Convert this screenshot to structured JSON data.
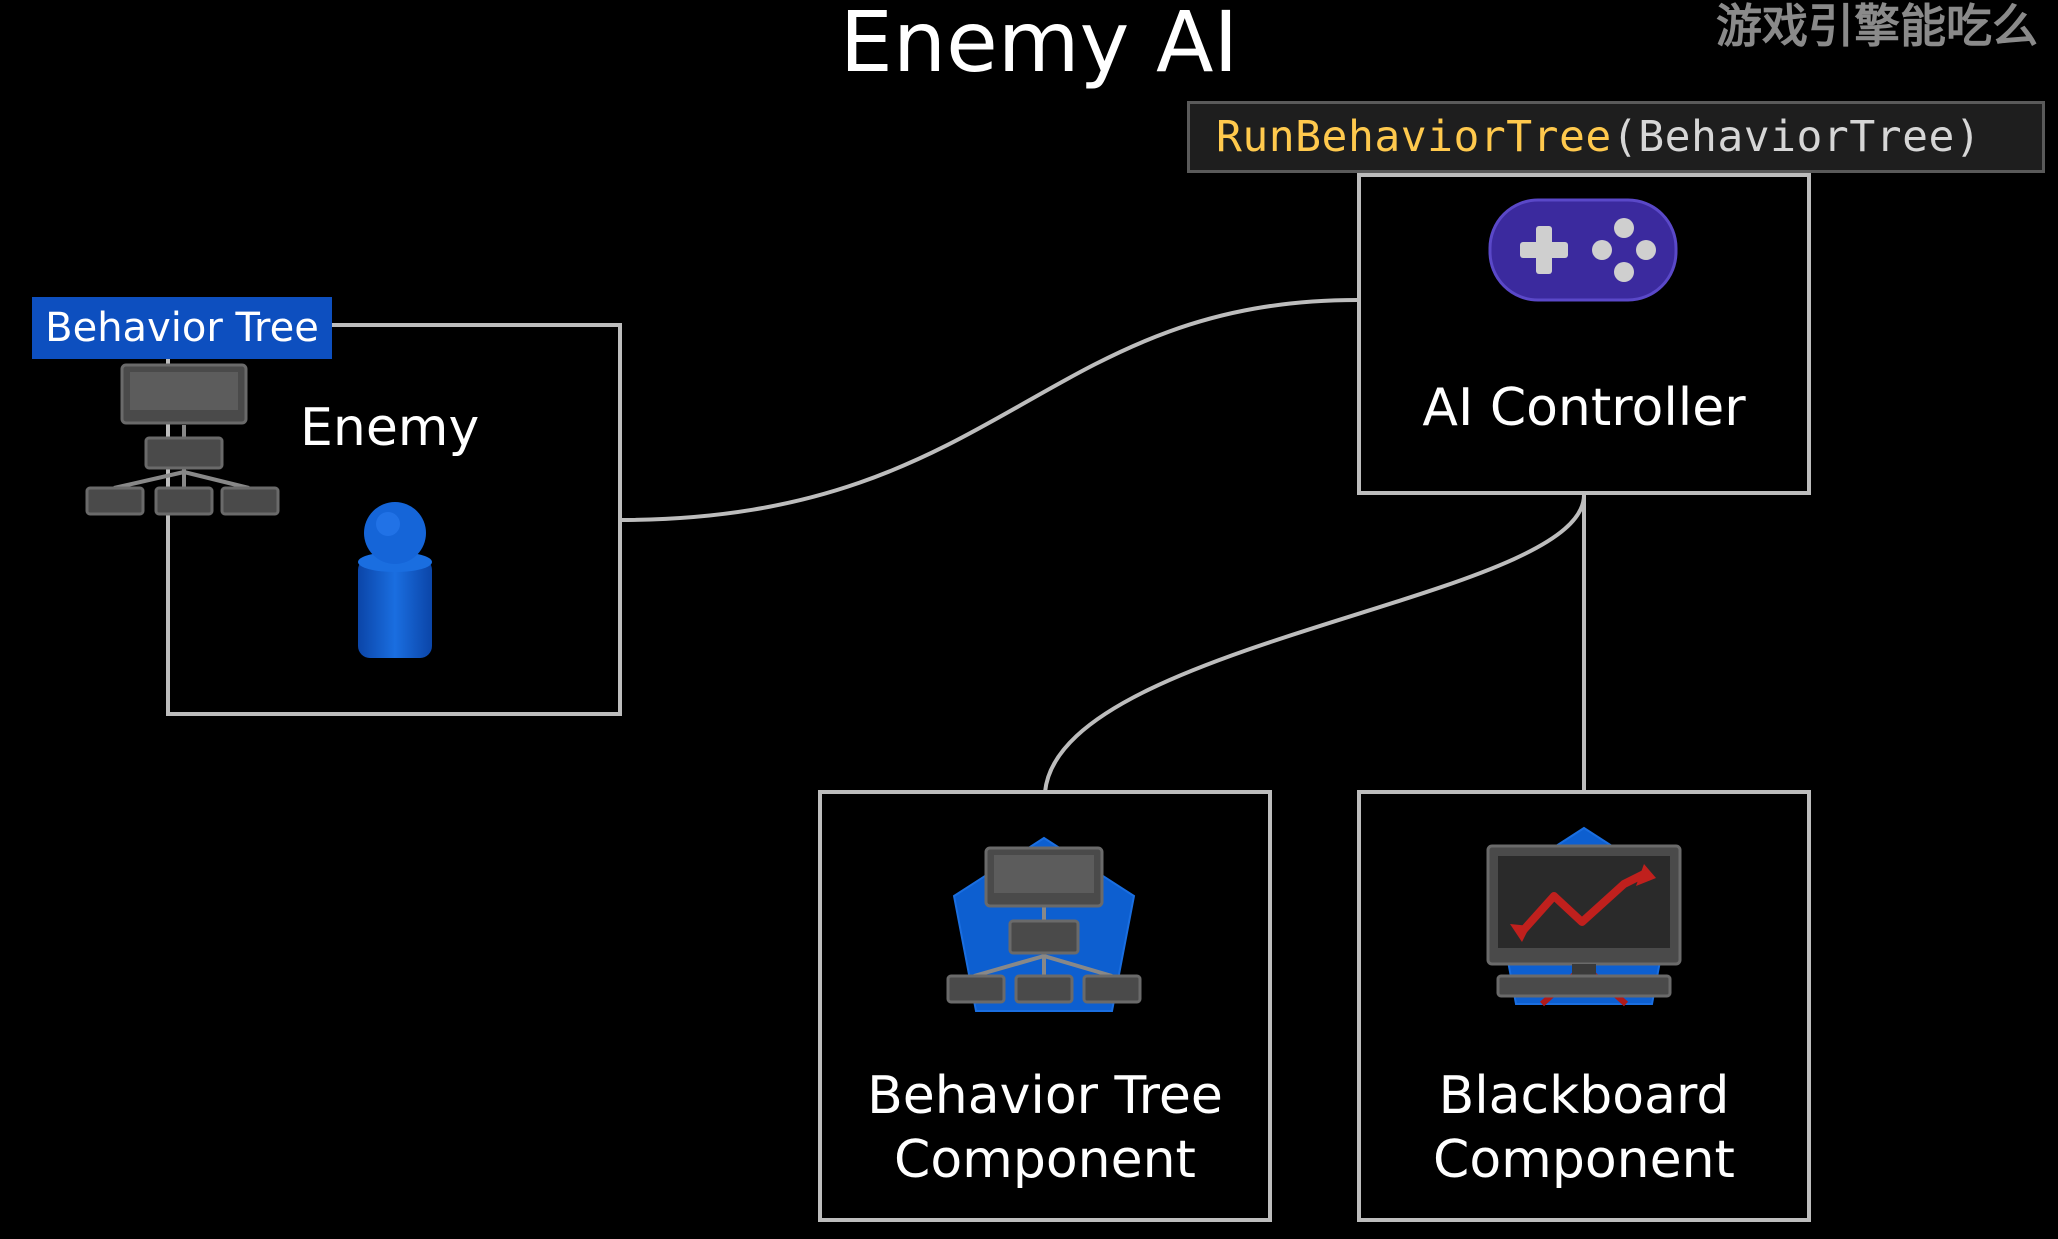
{
  "title": "Enemy AI",
  "watermark": "游戏引擎能吃么",
  "code_banner": {
    "function": "RunBehaviorTree",
    "args": "(BehaviorTree)"
  },
  "enemy": {
    "label": "Enemy",
    "tag": "Behavior Tree",
    "colors": {
      "tag": "#0d4fbf",
      "figure": "#1565d8"
    }
  },
  "ai_controller": {
    "label": "AI Controller",
    "icon": "gamepad-icon",
    "color": "#3b2a9e"
  },
  "behavior_tree_component": {
    "label_line1": "Behavior Tree",
    "label_line2": "Component",
    "icon": "behavior-tree-icon"
  },
  "blackboard_component": {
    "label_line1": "Blackboard",
    "label_line2": "Component",
    "icon": "blackboard-monitor-icon"
  },
  "colors": {
    "background": "#000000",
    "connector": "#bdbdbd",
    "code_function": "#ffc94d"
  }
}
